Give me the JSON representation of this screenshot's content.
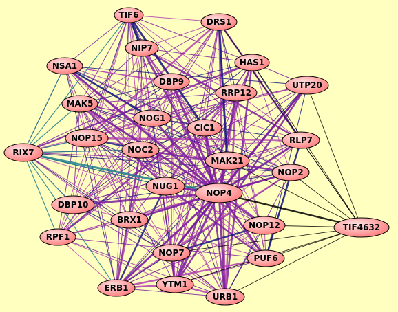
{
  "colors": {
    "background": "#ffffc0",
    "node_fill_light": "#ffd0d0",
    "node_fill_dark": "#ff8080",
    "node_stroke": "#000000",
    "edge_purple": "#7a1fa0",
    "edge_magenta": "#b040b0",
    "edge_navy": "#1a1a80",
    "edge_teal": "#1f7f8f",
    "edge_black": "#000000"
  },
  "nodes": [
    {
      "id": "TIF6",
      "label": "TIF6"
    },
    {
      "id": "DRS1",
      "label": "DRS1"
    },
    {
      "id": "NIP7",
      "label": "NIP7"
    },
    {
      "id": "HAS1",
      "label": "HAS1"
    },
    {
      "id": "NSA1",
      "label": "NSA1"
    },
    {
      "id": "DBP9",
      "label": "DBP9"
    },
    {
      "id": "RRP12",
      "label": "RRP12"
    },
    {
      "id": "UTP20",
      "label": "UTP20"
    },
    {
      "id": "MAK5",
      "label": "MAK5"
    },
    {
      "id": "NOG1",
      "label": "NOG1"
    },
    {
      "id": "CIC1",
      "label": "CIC1"
    },
    {
      "id": "NOP15",
      "label": "NOP15"
    },
    {
      "id": "RLP7",
      "label": "RLP7"
    },
    {
      "id": "RIX7",
      "label": "RIX7"
    },
    {
      "id": "NOC2",
      "label": "NOC2"
    },
    {
      "id": "MAK21",
      "label": "MAK21"
    },
    {
      "id": "NOP2",
      "label": "NOP2"
    },
    {
      "id": "NUG1",
      "label": "NUG1"
    },
    {
      "id": "NOP4",
      "label": "NOP4"
    },
    {
      "id": "DBP10",
      "label": "DBP10"
    },
    {
      "id": "BRX1",
      "label": "BRX1"
    },
    {
      "id": "NOP12",
      "label": "NOP12"
    },
    {
      "id": "TIF4632",
      "label": "TIF4632"
    },
    {
      "id": "RPF1",
      "label": "RPF1"
    },
    {
      "id": "NOP7",
      "label": "NOP7"
    },
    {
      "id": "PUF6",
      "label": "PUF6"
    },
    {
      "id": "ERB1",
      "label": "ERB1"
    },
    {
      "id": "YTM1",
      "label": "YTM1"
    },
    {
      "id": "URB1",
      "label": "URB1"
    }
  ]
}
